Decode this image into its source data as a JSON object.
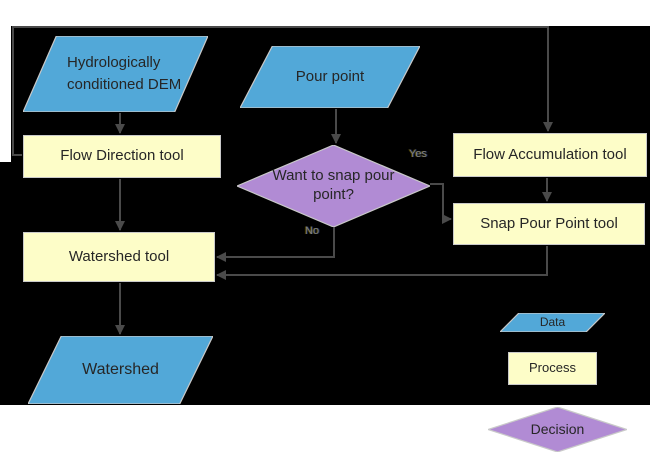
{
  "nodes": {
    "dem": {
      "label": "Hydrologically conditioned DEM",
      "type": "data"
    },
    "pour_point": {
      "label": "Pour point",
      "type": "data"
    },
    "flow_direction": {
      "label": "Flow Direction tool",
      "type": "process"
    },
    "flow_accumulation": {
      "label": "Flow Accumulation tool",
      "type": "process"
    },
    "snap_pour_point": {
      "label": "Snap Pour Point tool",
      "type": "process"
    },
    "want_to_snap": {
      "label": "Want to snap pour point?",
      "type": "decision"
    },
    "watershed_tool": {
      "label": "Watershed tool",
      "type": "process"
    },
    "watershed": {
      "label": "Watershed",
      "type": "data"
    }
  },
  "edges": [
    {
      "from": "dem",
      "to": "flow_direction",
      "label": ""
    },
    {
      "from": "flow_direction",
      "to": "flow_accumulation",
      "label": ""
    },
    {
      "from": "flow_direction",
      "to": "watershed_tool",
      "label": ""
    },
    {
      "from": "pour_point",
      "to": "want_to_snap",
      "label": ""
    },
    {
      "from": "want_to_snap",
      "to": "snap_pour_point",
      "label": "Yes"
    },
    {
      "from": "want_to_snap",
      "to": "watershed_tool",
      "label": "No"
    },
    {
      "from": "flow_accumulation",
      "to": "snap_pour_point",
      "label": ""
    },
    {
      "from": "snap_pour_point",
      "to": "watershed_tool",
      "label": ""
    },
    {
      "from": "watershed_tool",
      "to": "watershed",
      "label": ""
    }
  ],
  "edge_labels": {
    "yes": "Yes",
    "no": "No"
  },
  "legend": {
    "data": "Data",
    "process": "Process",
    "decision": "Decision"
  },
  "colors": {
    "data_fill": "#52A8D8",
    "process_fill": "#FDFDC8",
    "decision_fill": "#B18BD4",
    "canvas_fill": "#000000",
    "connector": "#4A4A4A",
    "shape_border": "#C9C9C9",
    "text_color": "#262626",
    "edge_label_color": "#7D7D7D"
  }
}
